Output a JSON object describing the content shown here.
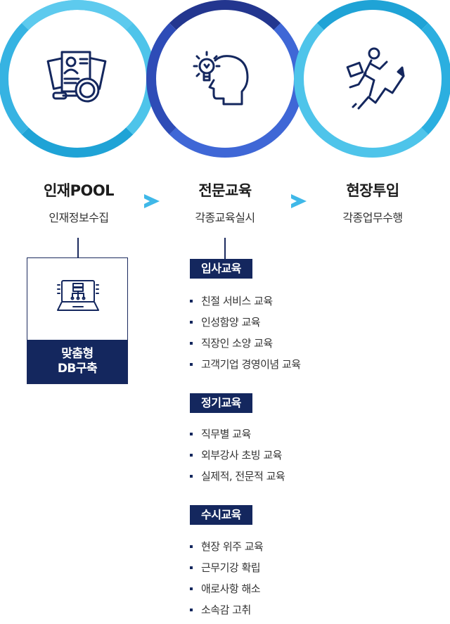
{
  "steps": [
    {
      "title": "인재POOL",
      "subtitle": "인재정보수집",
      "icon": "resume-magnifier-icon"
    },
    {
      "title": "전문교육",
      "subtitle": "각종교육실시",
      "icon": "head-lightbulb-icon"
    },
    {
      "title": "현장투입",
      "subtitle": "각종업무수행",
      "icon": "businessman-growth-arrow-icon"
    }
  ],
  "db_box": {
    "label_line1": "맞춤형",
    "label_line2": "DB구축",
    "icon": "laptop-database-icon"
  },
  "training_groups": [
    {
      "badge": "입사교육",
      "items": [
        "친절 서비스 교육",
        "인성함양 교육",
        "직장인 소양 교육",
        "고객기업 경영이념 교육"
      ]
    },
    {
      "badge": "정기교육",
      "items": [
        "직무별 교육",
        "외부강사 초빙 교육",
        "실제적, 전문적 교육"
      ]
    },
    {
      "badge": "수시교육",
      "items": [
        "현장 위주 교육",
        "근무기강 확립",
        "애로사항 해소",
        "소속감 고취"
      ]
    }
  ],
  "colors": {
    "navy": "#14275e",
    "light_blue": "#4ec4ea",
    "royal_blue": "#3f67d6",
    "arrow": "#3fb8e8"
  }
}
